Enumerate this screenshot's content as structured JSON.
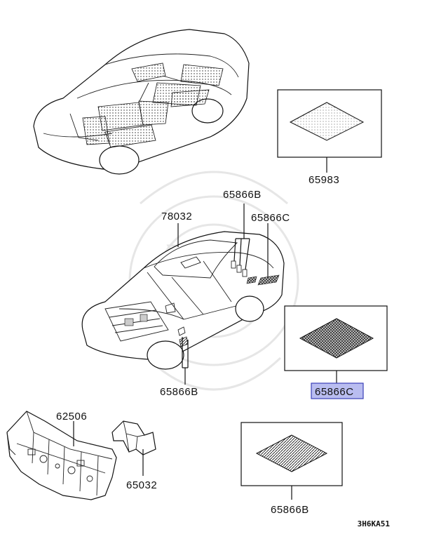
{
  "parts": {
    "p65983": "65983",
    "p78032": "78032",
    "p65866b_top": "65866B",
    "p65866c_top": "65866C",
    "p65866c_highlight": "65866C",
    "p65866b_bottom": "65866B",
    "p62506": "62506",
    "p65032": "65032",
    "p65866b_box": "65866B"
  },
  "diagram_code": "3H6KA51",
  "colors": {
    "highlight_fill": "#b9bdf0",
    "highlight_stroke": "#3b41b8"
  }
}
